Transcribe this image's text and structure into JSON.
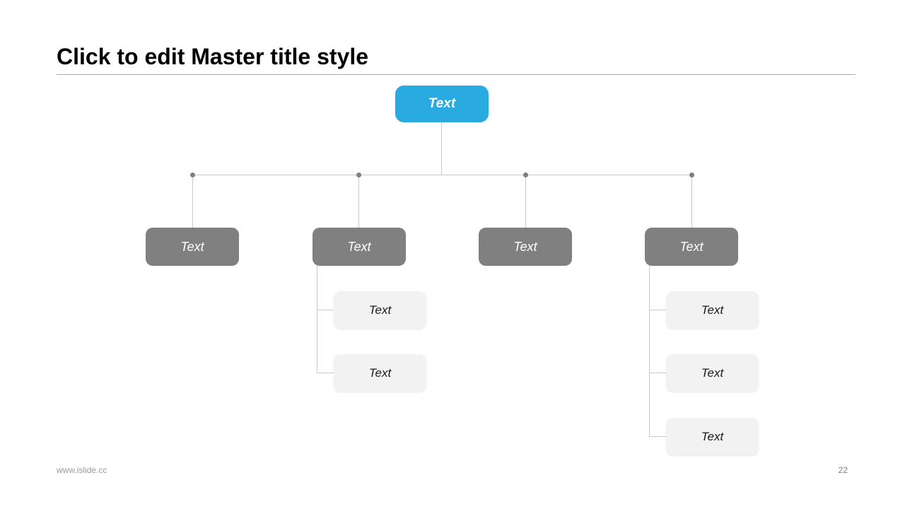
{
  "slide": {
    "title": "Click to edit Master title style",
    "footer": {
      "website": "www.islide.cc",
      "page_number": "22"
    }
  },
  "colors": {
    "accent_blue": "#29ABE2",
    "branch_gray": "#808080",
    "leaf_background": "#F2F2F2",
    "connector_line": "#C9C9C9",
    "connector_dot": "#7F7F7F",
    "title_text": "#000000",
    "footer_text": "#999999"
  },
  "org_chart": {
    "root": {
      "label": "Text"
    },
    "branches": [
      {
        "label": "Text",
        "children": []
      },
      {
        "label": "Text",
        "children": [
          {
            "label": "Text"
          },
          {
            "label": "Text"
          }
        ]
      },
      {
        "label": "Text",
        "children": []
      },
      {
        "label": "Text",
        "children": [
          {
            "label": "Text"
          },
          {
            "label": "Text"
          },
          {
            "label": "Text"
          }
        ]
      }
    ]
  }
}
